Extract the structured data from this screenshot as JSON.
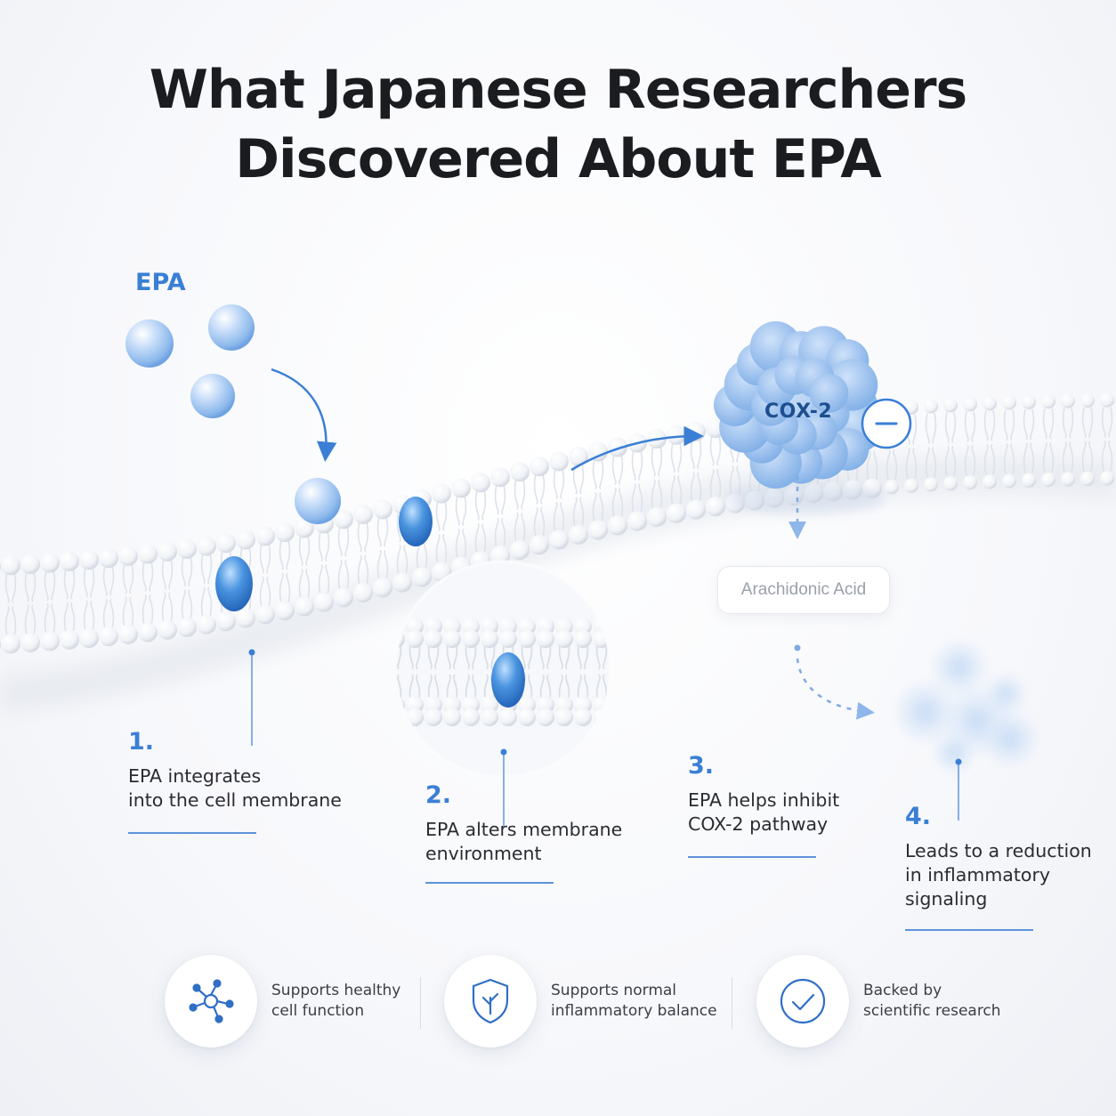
{
  "title": {
    "line1": "What Japanese Researchers",
    "line2": "Discovered About EPA"
  },
  "diagram": {
    "epa_label": "EPA",
    "cox_label": "COX-2",
    "inhibit_symbol": "−",
    "arachidonic_label": "Arachidonic Acid"
  },
  "steps": [
    {
      "num": "1.",
      "text": "EPA integrates\ninto the cell membrane"
    },
    {
      "num": "2.",
      "text": "EPA alters membrane\nenvironment"
    },
    {
      "num": "3.",
      "text": "EPA helps inhibit\nCOX-2 pathway"
    },
    {
      "num": "4.",
      "text": "Leads to a reduction\nin inflammatory\nsignaling"
    }
  ],
  "features": [
    {
      "icon": "network-icon",
      "text": "Supports healthy\ncell function"
    },
    {
      "icon": "shield-icon",
      "text": "Supports normal\ninflammatory balance"
    },
    {
      "icon": "check-circle-icon",
      "text": "Backed by\nscientific research"
    }
  ],
  "colors": {
    "accent": "#3a7fd5",
    "title": "#1b1c20",
    "cox_blue": "#a8c8f0",
    "membrane": "#ffffff"
  }
}
